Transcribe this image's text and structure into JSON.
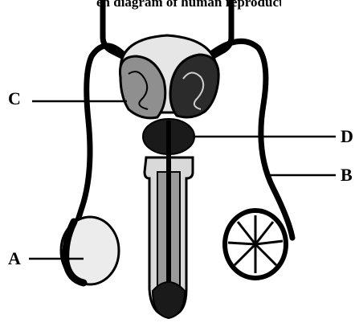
{
  "caption_fragment": "en diagram of human reproductive s",
  "labels": {
    "a": "A",
    "b": "B",
    "c": "C",
    "d": "D"
  },
  "colors": {
    "line": "#000000",
    "fill_light": "#d9d9d9",
    "fill_mid": "#9a9a9a",
    "fill_dark": "#1a1a1a",
    "background": "#ffffff"
  }
}
